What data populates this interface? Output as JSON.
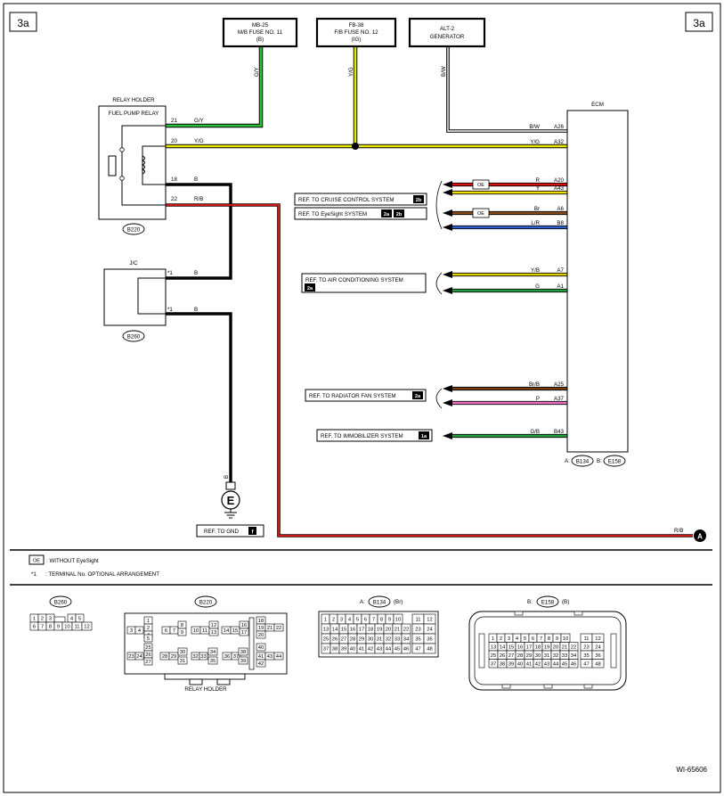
{
  "page_tags": {
    "left": "3a",
    "right": "3a"
  },
  "fuses": [
    {
      "lines": [
        "MB-25",
        "M/B FUSE NO. 11",
        "(B)"
      ],
      "wire": "G/Y"
    },
    {
      "lines": [
        "FB-38",
        "F/B FUSE NO. 12",
        "(IG)"
      ],
      "wire": "Y/G"
    },
    {
      "lines": [
        "ALT-2",
        "GENERATOR"
      ],
      "wire": "B/W"
    }
  ],
  "relay": {
    "holder_label": "RELAY HOLDER",
    "name": "FUEL PUMP RELAY",
    "connector": "B220",
    "pins": [
      {
        "pin": "21",
        "wire": "G/Y"
      },
      {
        "pin": "20",
        "wire": "Y/G"
      },
      {
        "pin": "18",
        "wire": "B"
      },
      {
        "pin": "22",
        "wire": "R/B"
      }
    ]
  },
  "jc": {
    "label": "J/C",
    "connector": "B260",
    "terminals": [
      {
        "mark": "*1",
        "wire": "B"
      },
      {
        "mark": "*1",
        "wire": "B"
      }
    ]
  },
  "ground": {
    "wire": "B",
    "symbol": "E",
    "ref_text": "REF. TO GND",
    "ref_badge": "f"
  },
  "ecm": {
    "label": "ECM",
    "pins": [
      {
        "wire": "B/W",
        "pin": "A26",
        "color": "#555555"
      },
      {
        "wire": "Y/G",
        "pin": "A32",
        "color": "#d8d800"
      },
      {
        "wire": "R",
        "pin": "A20",
        "color": "#d81010",
        "oe": "OE"
      },
      {
        "wire": "Y",
        "pin": "A43",
        "color": "#f0e000"
      },
      {
        "wire": "Br",
        "pin": "A6",
        "color": "#8a4a1a",
        "oe": "OE"
      },
      {
        "wire": "L/R",
        "pin": "B8",
        "color": "#3060d0"
      },
      {
        "wire": "Y/B",
        "pin": "A7",
        "color": "#e0d000"
      },
      {
        "wire": "G",
        "pin": "A1",
        "color": "#20a040"
      },
      {
        "wire": "Br/B",
        "pin": "A25",
        "color": "#7a3d10"
      },
      {
        "wire": "P",
        "pin": "A37",
        "color": "#f070c0"
      },
      {
        "wire": "G/B",
        "pin": "B43",
        "color": "#20a040"
      }
    ],
    "connector_labels": {
      "a_prefix": "A:",
      "a": "B134",
      "b_prefix": "B:",
      "b": "E158"
    }
  },
  "references": [
    {
      "text": "REF. TO CRUISE CONTROL SYSTEM",
      "badges": [
        "2b"
      ]
    },
    {
      "text": "REF. TO EyeSight SYSTEM",
      "badges": [
        "2a",
        "2b"
      ]
    },
    {
      "text": "REF. TO AIR CONDITIONING SYSTEM",
      "badges": [
        "2a"
      ]
    },
    {
      "text": "REF. TO RADIATOR FAN SYSTEM",
      "badges": [
        "2a"
      ]
    },
    {
      "text": "REF. TO IMMOBILIZER SYSTEM",
      "badges": [
        "1a"
      ]
    }
  ],
  "output": {
    "wire": "R/B",
    "terminal": "A"
  },
  "legend": [
    {
      "symbol": "OE",
      "text": ": WITHOUT EyeSight"
    },
    {
      "symbol": "*1",
      "text": ": TERMINAL No. OPTIONAL ARRANGEMENT"
    }
  ],
  "connectors": {
    "b260": {
      "name": "B260",
      "rows": [
        [
          "1",
          "2",
          "3",
          "",
          "4",
          "5"
        ],
        [
          "6",
          "7",
          "8",
          "9",
          "10",
          "11",
          "12"
        ]
      ]
    },
    "b220": {
      "name": "B220",
      "caption": "RELAY HOLDER",
      "pins": [
        "1",
        "2",
        "3",
        "4",
        "5",
        "6",
        "7",
        "8",
        "9",
        "10",
        "11",
        "12",
        "13",
        "14",
        "15",
        "16",
        "17",
        "18",
        "19",
        "20",
        "21",
        "22",
        "23",
        "24",
        "25",
        "26",
        "27",
        "28",
        "29",
        "30",
        "31",
        "32",
        "33",
        "34",
        "35",
        "36",
        "37",
        "38",
        "39",
        "40",
        "41",
        "42",
        "43",
        "44"
      ]
    },
    "b134": {
      "prefix": "A:",
      "name": "B134",
      "color": "(Br)",
      "rows": [
        [
          "1",
          "2",
          "3",
          "4",
          "5",
          "6",
          "7",
          "8",
          "9",
          "10",
          "11",
          "12"
        ],
        [
          "13",
          "14",
          "15",
          "16",
          "17",
          "18",
          "19",
          "20",
          "21",
          "22",
          "23",
          "24"
        ],
        [
          "25",
          "26",
          "27",
          "28",
          "29",
          "30",
          "31",
          "32",
          "33",
          "34",
          "35",
          "36"
        ],
        [
          "37",
          "38",
          "39",
          "40",
          "41",
          "42",
          "43",
          "44",
          "45",
          "46",
          "47",
          "48"
        ]
      ]
    },
    "e158": {
      "prefix": "B:",
      "name": "E158",
      "color": "(B)",
      "rows": [
        [
          "1",
          "2",
          "3",
          "4",
          "5",
          "6",
          "7",
          "8",
          "9",
          "10",
          "11",
          "12"
        ],
        [
          "13",
          "14",
          "15",
          "16",
          "17",
          "18",
          "19",
          "20",
          "21",
          "22",
          "23",
          "24"
        ],
        [
          "25",
          "26",
          "27",
          "28",
          "29",
          "30",
          "31",
          "32",
          "33",
          "34",
          "35",
          "36"
        ],
        [
          "37",
          "38",
          "39",
          "40",
          "41",
          "42",
          "43",
          "44",
          "45",
          "46",
          "47",
          "48"
        ]
      ]
    }
  },
  "figure_id": "WI-65606"
}
